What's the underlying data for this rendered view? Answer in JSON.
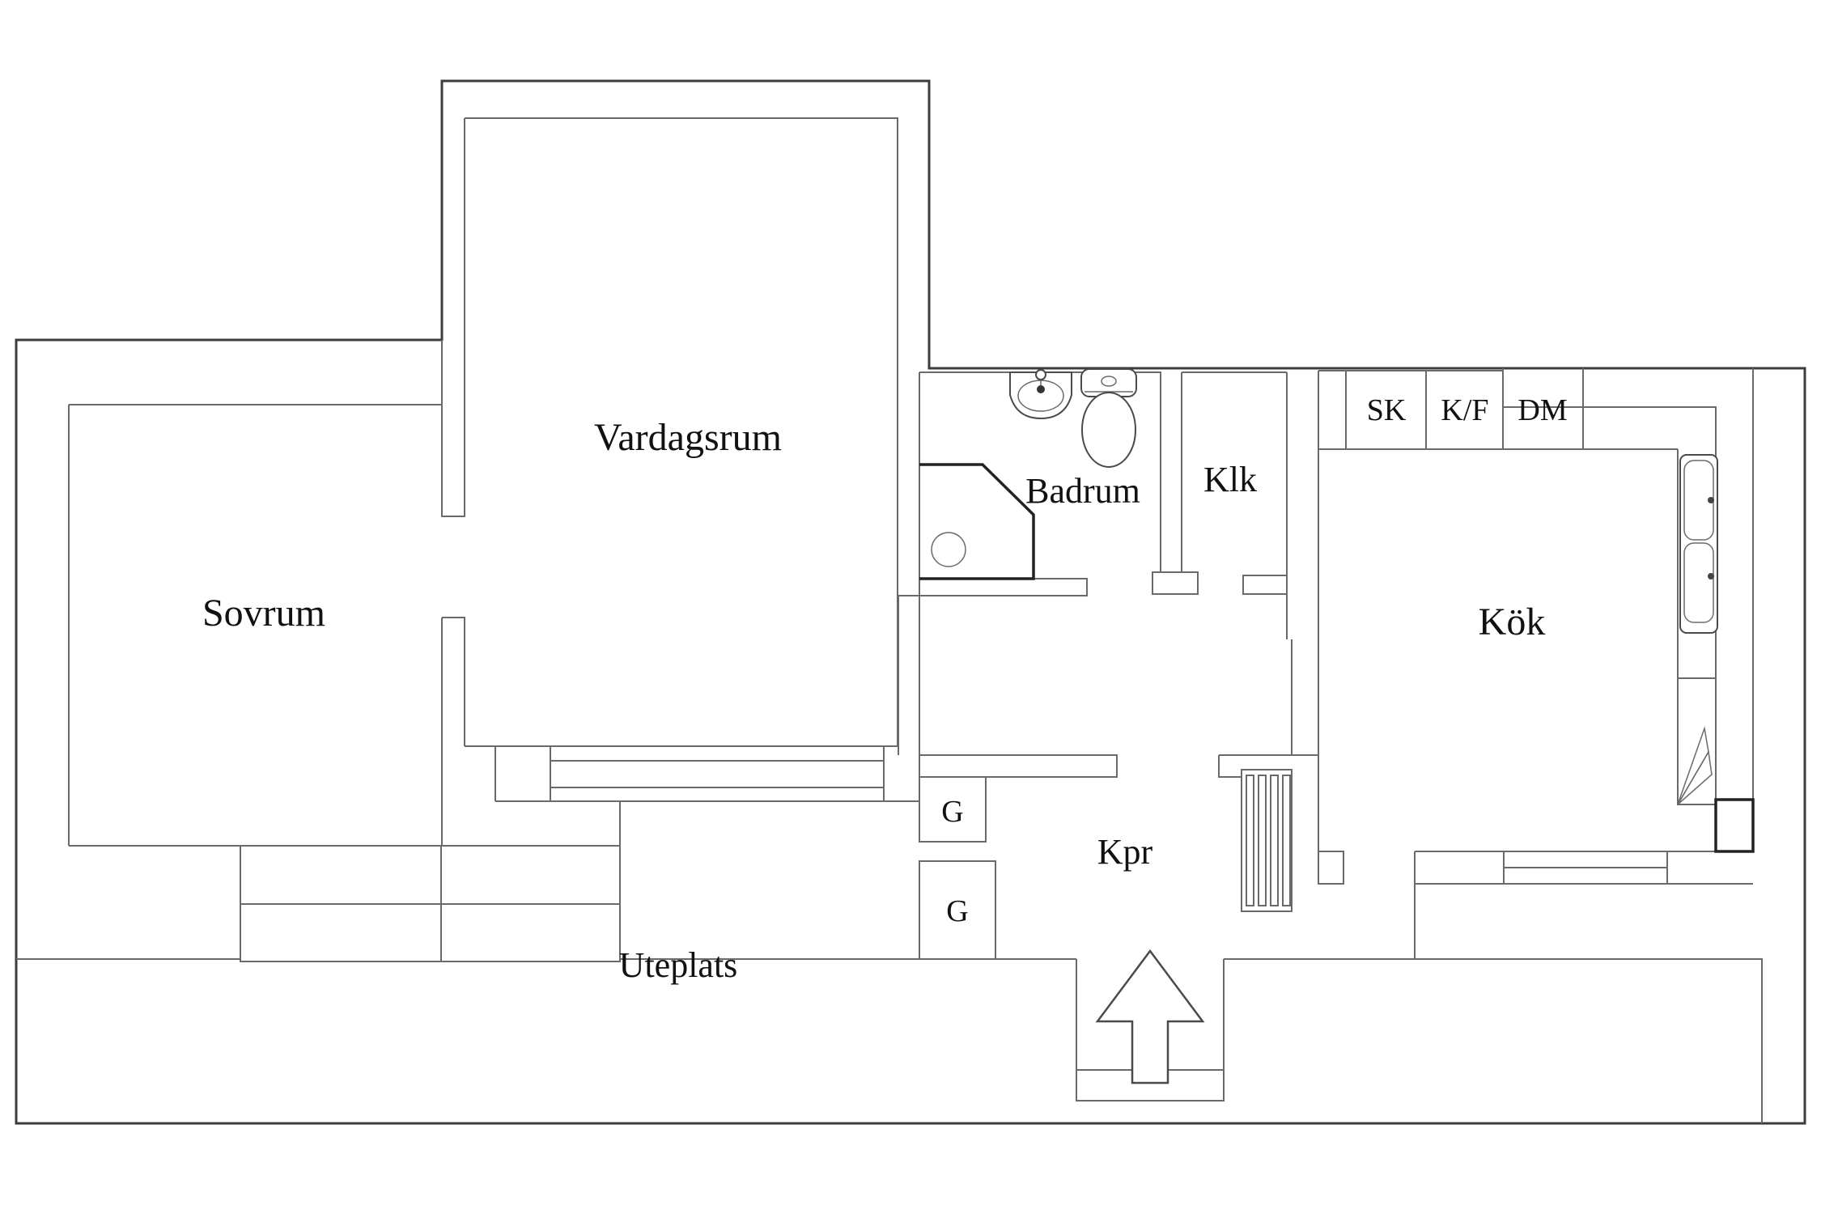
{
  "floorplan": {
    "background_color": "#ffffff",
    "wall_color": "#6a6a6a",
    "outline_color": "#3c3c3c",
    "rooms": [
      {
        "id": "vardagsrum",
        "label": "Vardagsrum"
      },
      {
        "id": "sovrum",
        "label": "Sovrum"
      },
      {
        "id": "badrum",
        "label": "Badrum"
      },
      {
        "id": "klk",
        "label": "Klk"
      },
      {
        "id": "kok",
        "label": "Kök"
      },
      {
        "id": "kpr",
        "label": "Kpr"
      },
      {
        "id": "uteplats",
        "label": "Uteplats"
      }
    ],
    "kitchen_units": [
      {
        "id": "sk",
        "label": "SK"
      },
      {
        "id": "kf",
        "label": "K/F"
      },
      {
        "id": "dm",
        "label": "DM"
      }
    ],
    "wardrobes": [
      {
        "id": "g1",
        "label": "G"
      },
      {
        "id": "g2",
        "label": "G"
      }
    ],
    "icons": [
      "bathroom-sink-icon",
      "toilet-icon",
      "shower-icon",
      "kitchen-sink-icon",
      "radiator-icon",
      "entrance-arrow-icon"
    ]
  }
}
